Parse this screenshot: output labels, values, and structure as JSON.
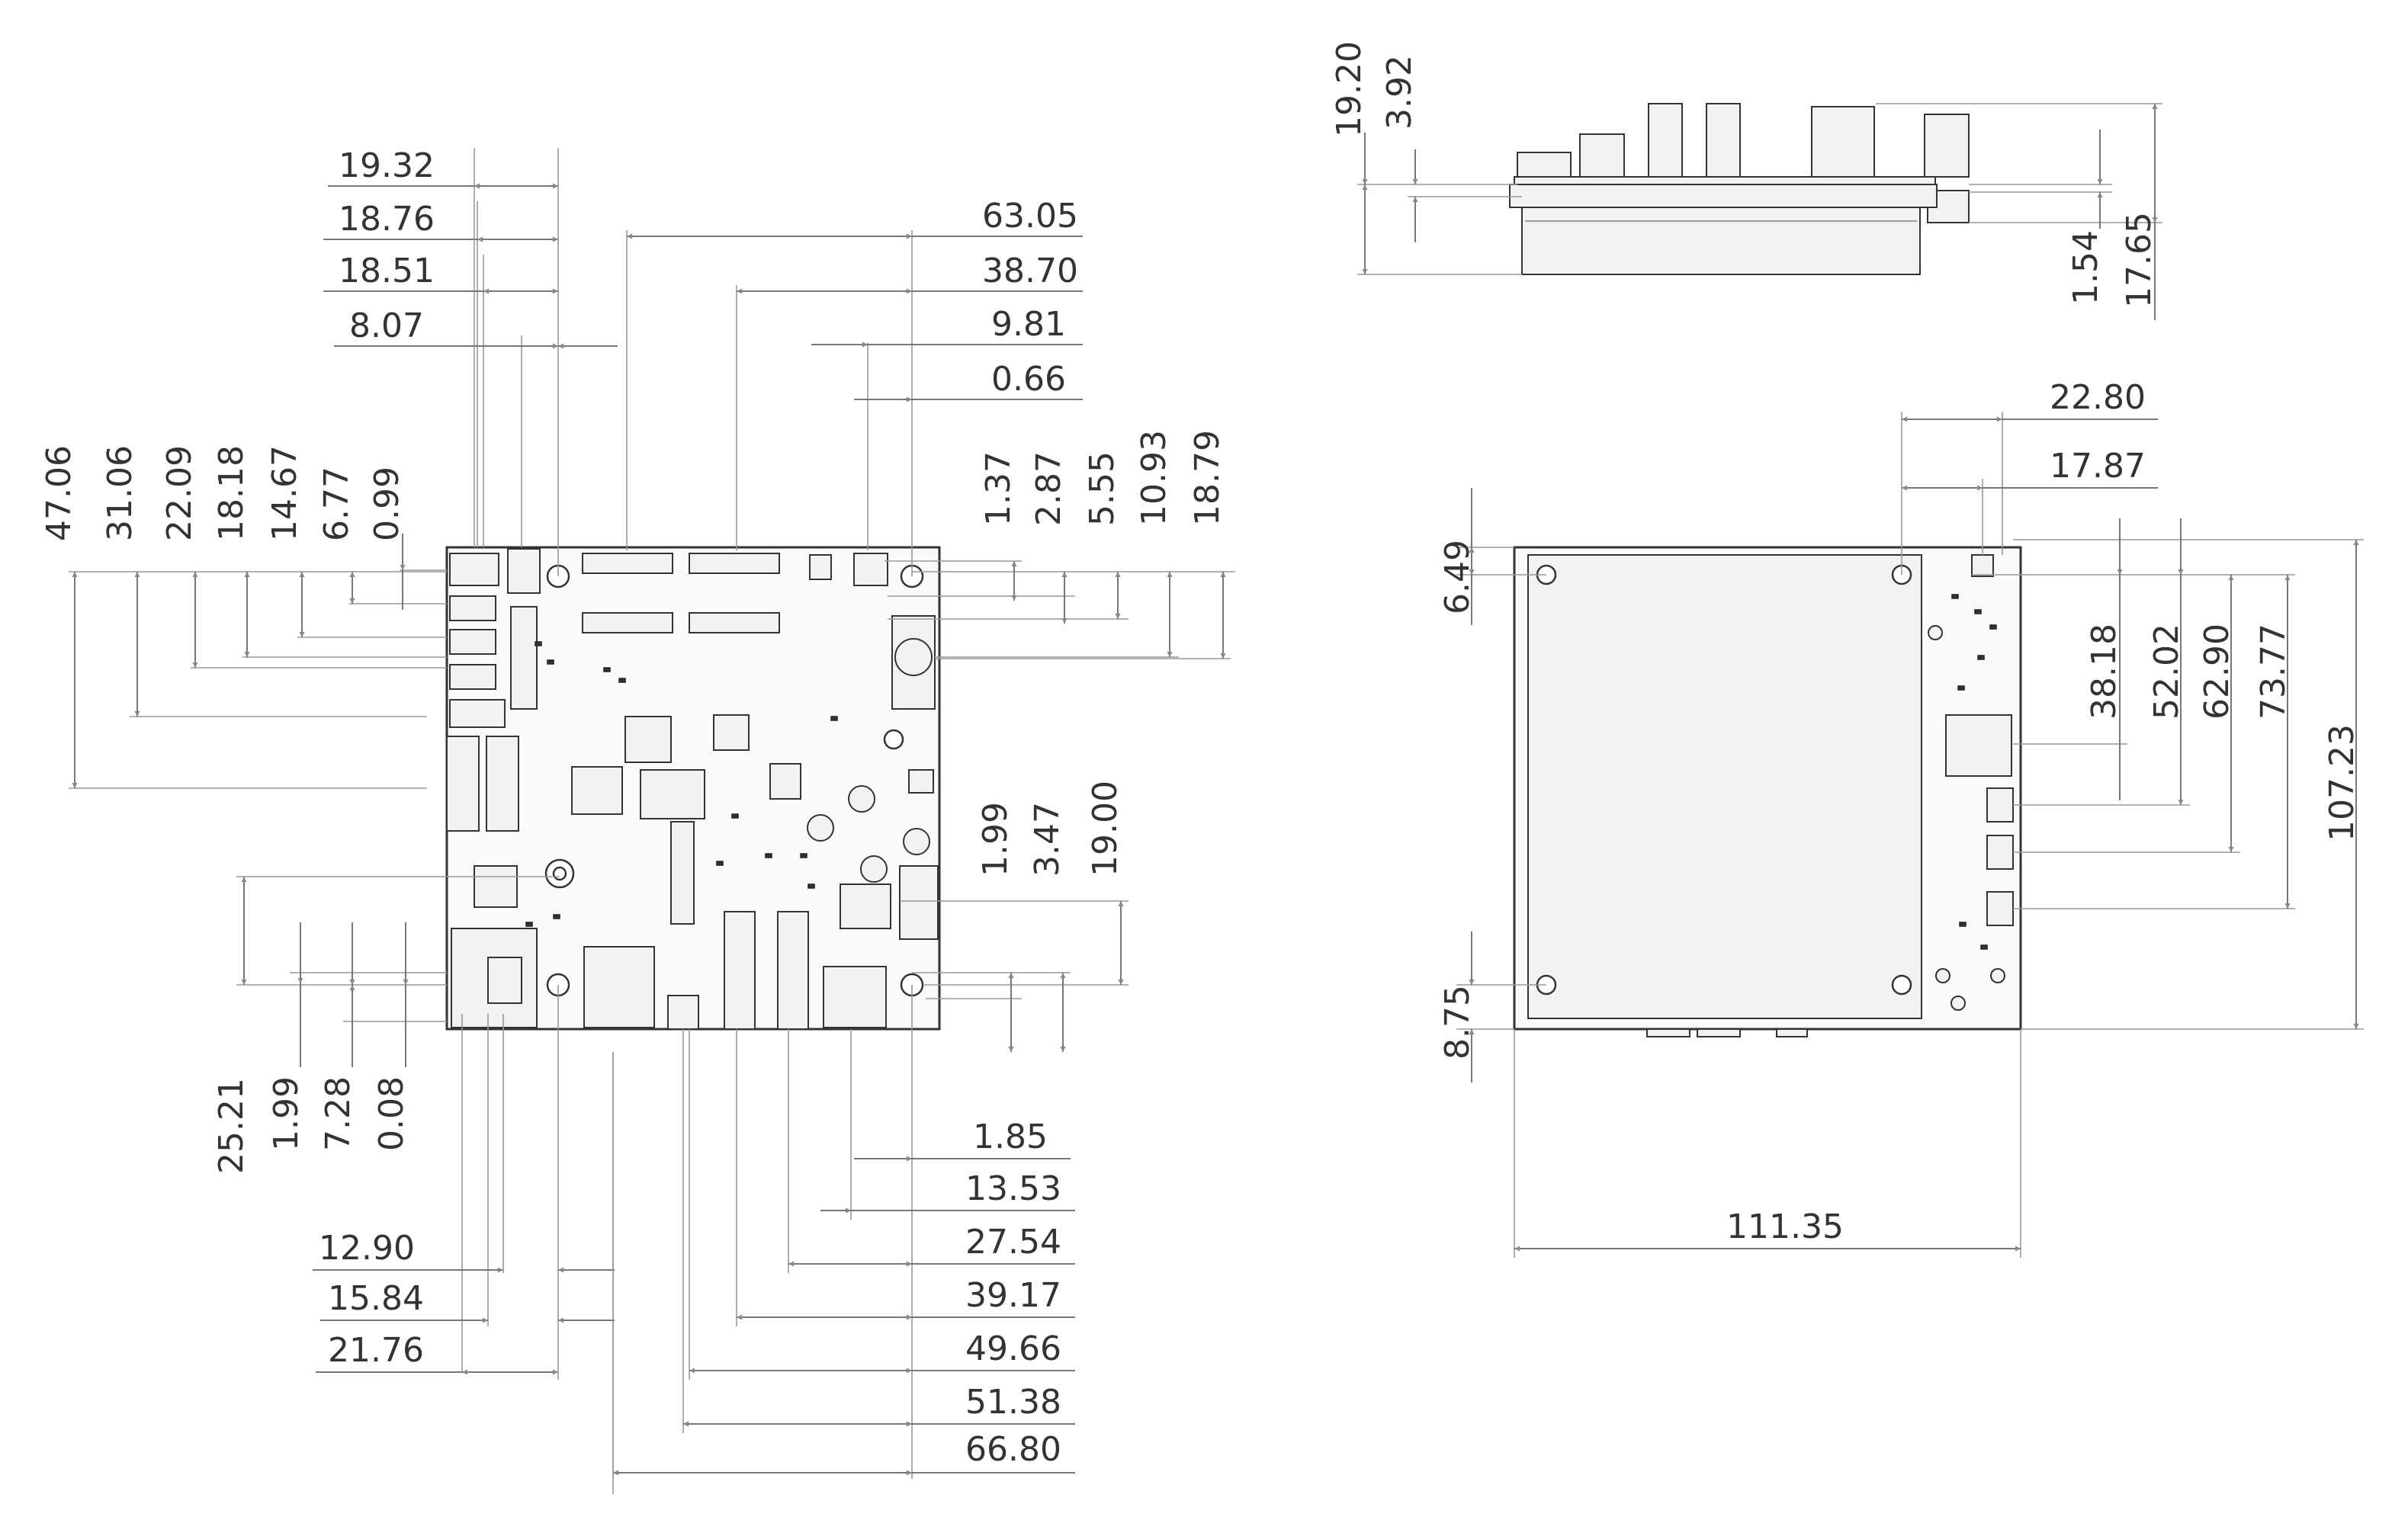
{
  "drawing": {
    "top_view": {
      "top_dims": [
        "19.32",
        "18.76",
        "18.51",
        "8.07"
      ],
      "top_right_dims": [
        "63.05",
        "38.70",
        "9.81",
        "0.66"
      ],
      "left_dims": [
        "47.06",
        "31.06",
        "22.09",
        "18.18",
        "14.67",
        "6.77",
        "0.99"
      ],
      "right_dims": [
        "1.37",
        "2.87",
        "5.55",
        "10.93",
        "18.79"
      ],
      "right_low_dims": [
        "1.99",
        "3.47",
        "19.00"
      ],
      "bottom_left_vertical_dims": [
        "25.21",
        "1.99",
        "7.28",
        "0.08"
      ],
      "bottom_left_dims": [
        "12.90",
        "15.84",
        "21.76"
      ],
      "bottom_right_dims": [
        "1.85",
        "13.53",
        "27.54",
        "39.17",
        "49.66",
        "51.38",
        "66.80"
      ]
    },
    "side_view": {
      "left_dims": [
        "19.20",
        "3.92"
      ],
      "right_dims": [
        "1.54",
        "17.65"
      ]
    },
    "bottom_view": {
      "top_dims": [
        "22.80",
        "17.87"
      ],
      "left_dims": [
        "6.49",
        "8.75"
      ],
      "right_dims": [
        "38.18",
        "52.02",
        "62.90",
        "73.77",
        "107.23"
      ],
      "width_dim": "111.35"
    }
  }
}
